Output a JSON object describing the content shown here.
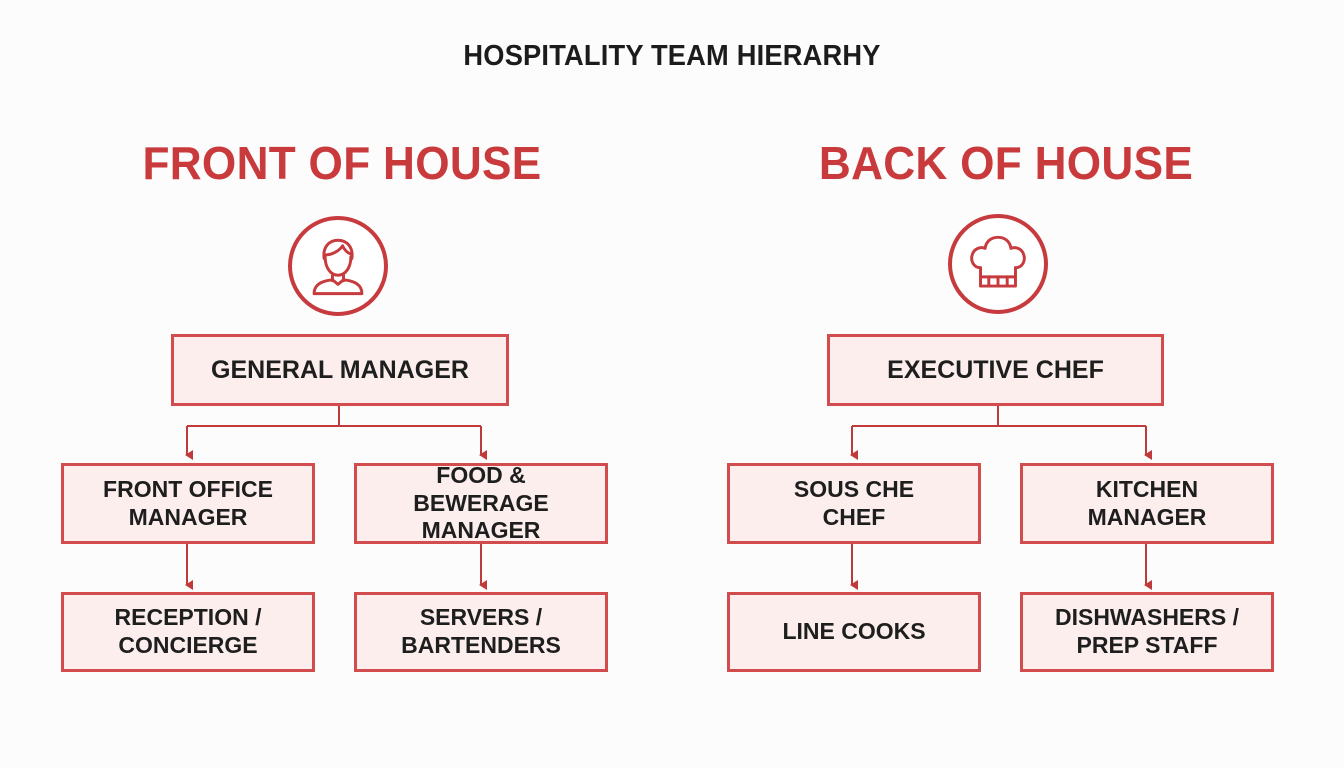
{
  "title": "HOSPITALITY TEAM HIERARHY",
  "colors": {
    "accent": "#c93a3c",
    "box_border": "#d24c4e",
    "box_fill": "#fbeeed",
    "line": "#c0393b"
  },
  "front": {
    "heading": "FRONT OF HOUSE",
    "icon": "person-icon",
    "top": "GENERAL MANAGER",
    "left": {
      "mid": "FRONT OFFICE\nMANAGER",
      "low": "RECEPTION /\nCONCIERGE"
    },
    "right": {
      "mid": "FOOD & BEWERAGE\nMANAGER",
      "low": "SERVERS /\nBARTENDERS"
    }
  },
  "back": {
    "heading": "BACK OF HOUSE",
    "icon": "chef-hat-icon",
    "top": "EXECUTIVE CHEF",
    "left": {
      "mid": "SOUS CHE\nCHEF",
      "low": "LINE COOKS"
    },
    "right": {
      "mid": "KITCHEN\nMANAGER",
      "low": "DISHWASHERS /\nPREP STAFF"
    }
  }
}
